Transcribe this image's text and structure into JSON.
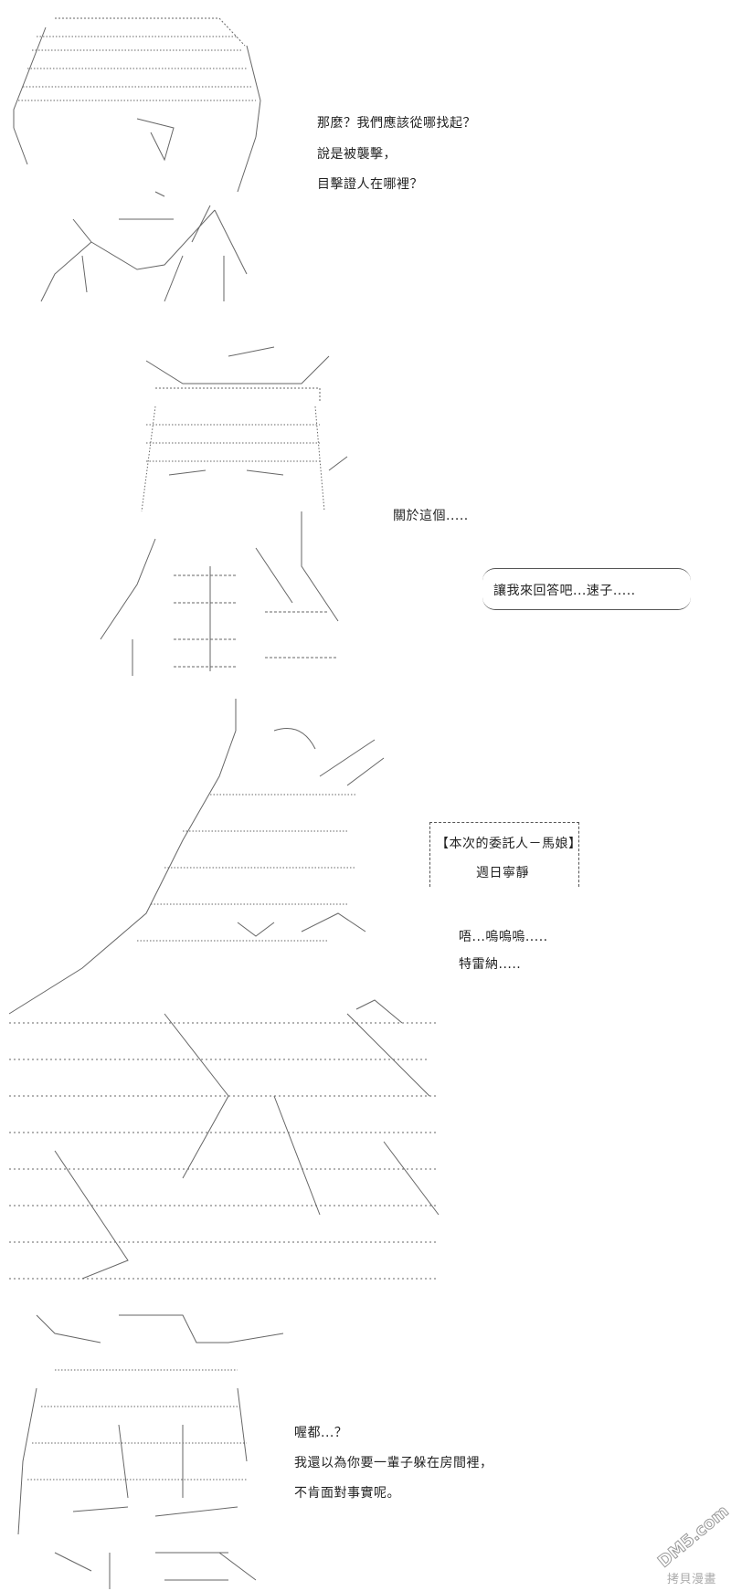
{
  "panel1": {
    "lines": [
      "那麼？我們應該從哪找起？",
      "說是被襲擊，",
      "目擊證人在哪裡？"
    ]
  },
  "panel2": {
    "narration": "關於這個.....",
    "bubble": "讓我來回答吧...速子....."
  },
  "panel3": {
    "info_box": {
      "title": "【本次的委託人－馬娘】",
      "name": "週日寧靜"
    },
    "lines": [
      "唔...嗚嗚嗚.....",
      "特雷納....."
    ]
  },
  "panel4": {
    "lines": [
      "喔都...？",
      "我還以為你要一輩子躲在房間裡，",
      "不肯面對事實呢。"
    ]
  },
  "watermark": {
    "logo": "DM5.com",
    "text": "拷貝漫畫"
  }
}
